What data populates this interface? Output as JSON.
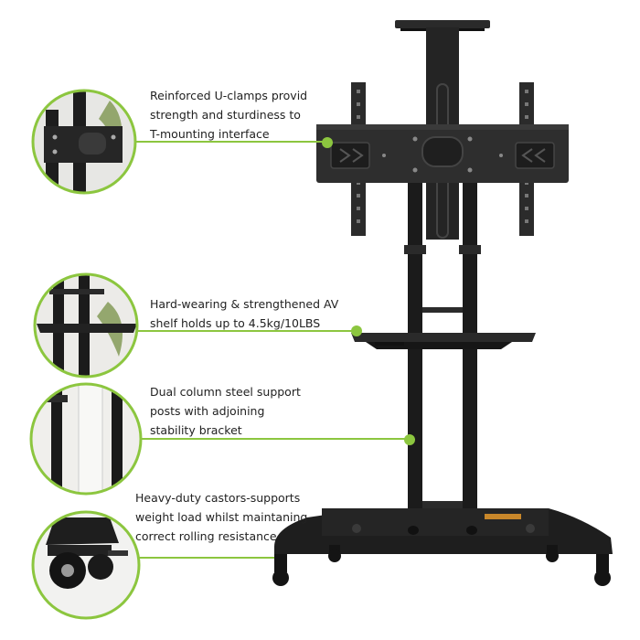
{
  "accent_color": "#8cc63f",
  "product_color": "#1e1e1e",
  "callouts": [
    {
      "id": "u-clamps",
      "lines": [
        "Reinforced U-clamps provid",
        "strength and sturdiness to",
        "T-mounting interface"
      ],
      "thumbnail": "u-clamp-closeup"
    },
    {
      "id": "av-shelf",
      "lines": [
        "Hard-wearing & strengthened AV",
        "shelf holds up to 4.5kg/10LBS"
      ],
      "thumbnail": "av-shelf-closeup"
    },
    {
      "id": "columns",
      "lines": [
        "Dual column steel support",
        "posts with adjoining",
        "stability bracket"
      ],
      "thumbnail": "column-closeup"
    },
    {
      "id": "castors",
      "lines": [
        "Heavy-duty castors-supports",
        "weight load whilst maintaning",
        "correct rolling resistance"
      ],
      "thumbnail": "castor-closeup"
    }
  ]
}
